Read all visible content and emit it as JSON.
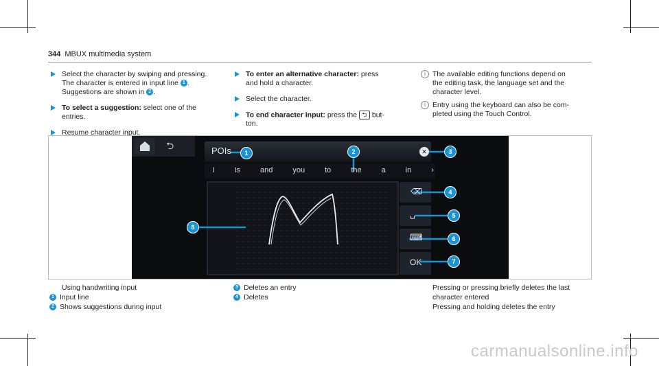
{
  "header": {
    "page_number": "344",
    "title": "MBUX multimedia system"
  },
  "col1": {
    "step1_line1": "Select the character by swiping and pressing.",
    "step1_line2a": "The character is entered in input line",
    "step1_line2b": ".",
    "step1_line3a": "Suggestions are shown in",
    "step1_line3b": ".",
    "step2_bold": "To select a suggestion:",
    "step2_text": " select one of the",
    "step2_line2": "entries.",
    "step3": "Resume character input."
  },
  "col2": {
    "step1_bold": "To enter an alternative character:",
    "step1_text": " press",
    "step1_line2": "and hold a character.",
    "step2": "Select the character.",
    "step3_bold": "To end character input:",
    "step3_text": " press the",
    "step3_text2": " but-",
    "step3_line2": "ton.",
    "back_key_glyph": "⮌"
  },
  "col3": {
    "note1_line1": "The available editing functions depend on",
    "note1_line2": "the editing task, the language set and the",
    "note1_line3": "character level.",
    "note2_line1": "Entry using the keyboard can also be com-",
    "note2_line2": "pleted using the Touch Control.",
    "info_glyph": "i"
  },
  "screen": {
    "input_text": "POIs",
    "suggestions": [
      "I",
      "is",
      "and",
      "you",
      "to",
      "the",
      "a",
      "in"
    ],
    "more_glyph": "›",
    "home_icon": "home-icon",
    "back_glyph": "⮌",
    "clear_glyph": "✕",
    "delete_glyph": "⌫",
    "space_glyph": "␣",
    "keyboard_glyph": "⌨",
    "ok_label": "OK"
  },
  "callouts": [
    "1",
    "2",
    "3",
    "4",
    "5",
    "6",
    "7",
    "8"
  ],
  "legend": {
    "caption": "Using handwriting input",
    "items": [
      {
        "num": "1",
        "text": "Input line"
      },
      {
        "num": "2",
        "text": "Shows suggestions during input"
      },
      {
        "num": "3",
        "text": "Deletes an entry"
      },
      {
        "num": "4",
        "text": "Deletes"
      }
    ],
    "right_line1": "Pressing or pressing briefly deletes the last",
    "right_line2": "character entered",
    "right_line3": "Pressing and holding deletes the entry"
  },
  "watermark": "carmanualsonline.info",
  "colors": {
    "accent": "#1a93d3",
    "screen_bg": "#0b0c0f",
    "panel": "#1e2128"
  }
}
